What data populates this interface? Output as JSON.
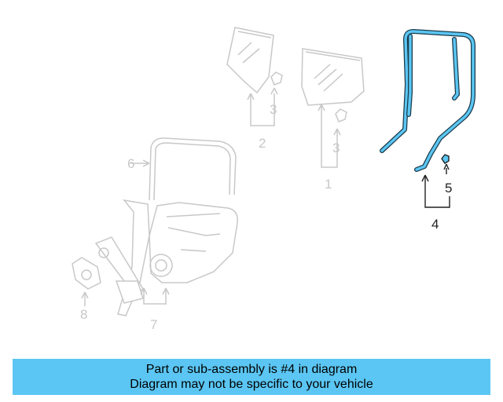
{
  "diagram": {
    "callouts": {
      "p1": "1",
      "p2": "2",
      "p3a": "3",
      "p3b": "3",
      "p4": "4",
      "p5": "5",
      "p6": "6",
      "p7": "7",
      "p8": "8"
    },
    "highlight_color": "#5bc6f3",
    "faded_color": "#c8c8c8"
  },
  "banner": {
    "line1": "Part or sub-assembly is #4 in diagram",
    "line2": "Diagram may not be specific to your vehicle",
    "background": "#5bc6f3"
  }
}
